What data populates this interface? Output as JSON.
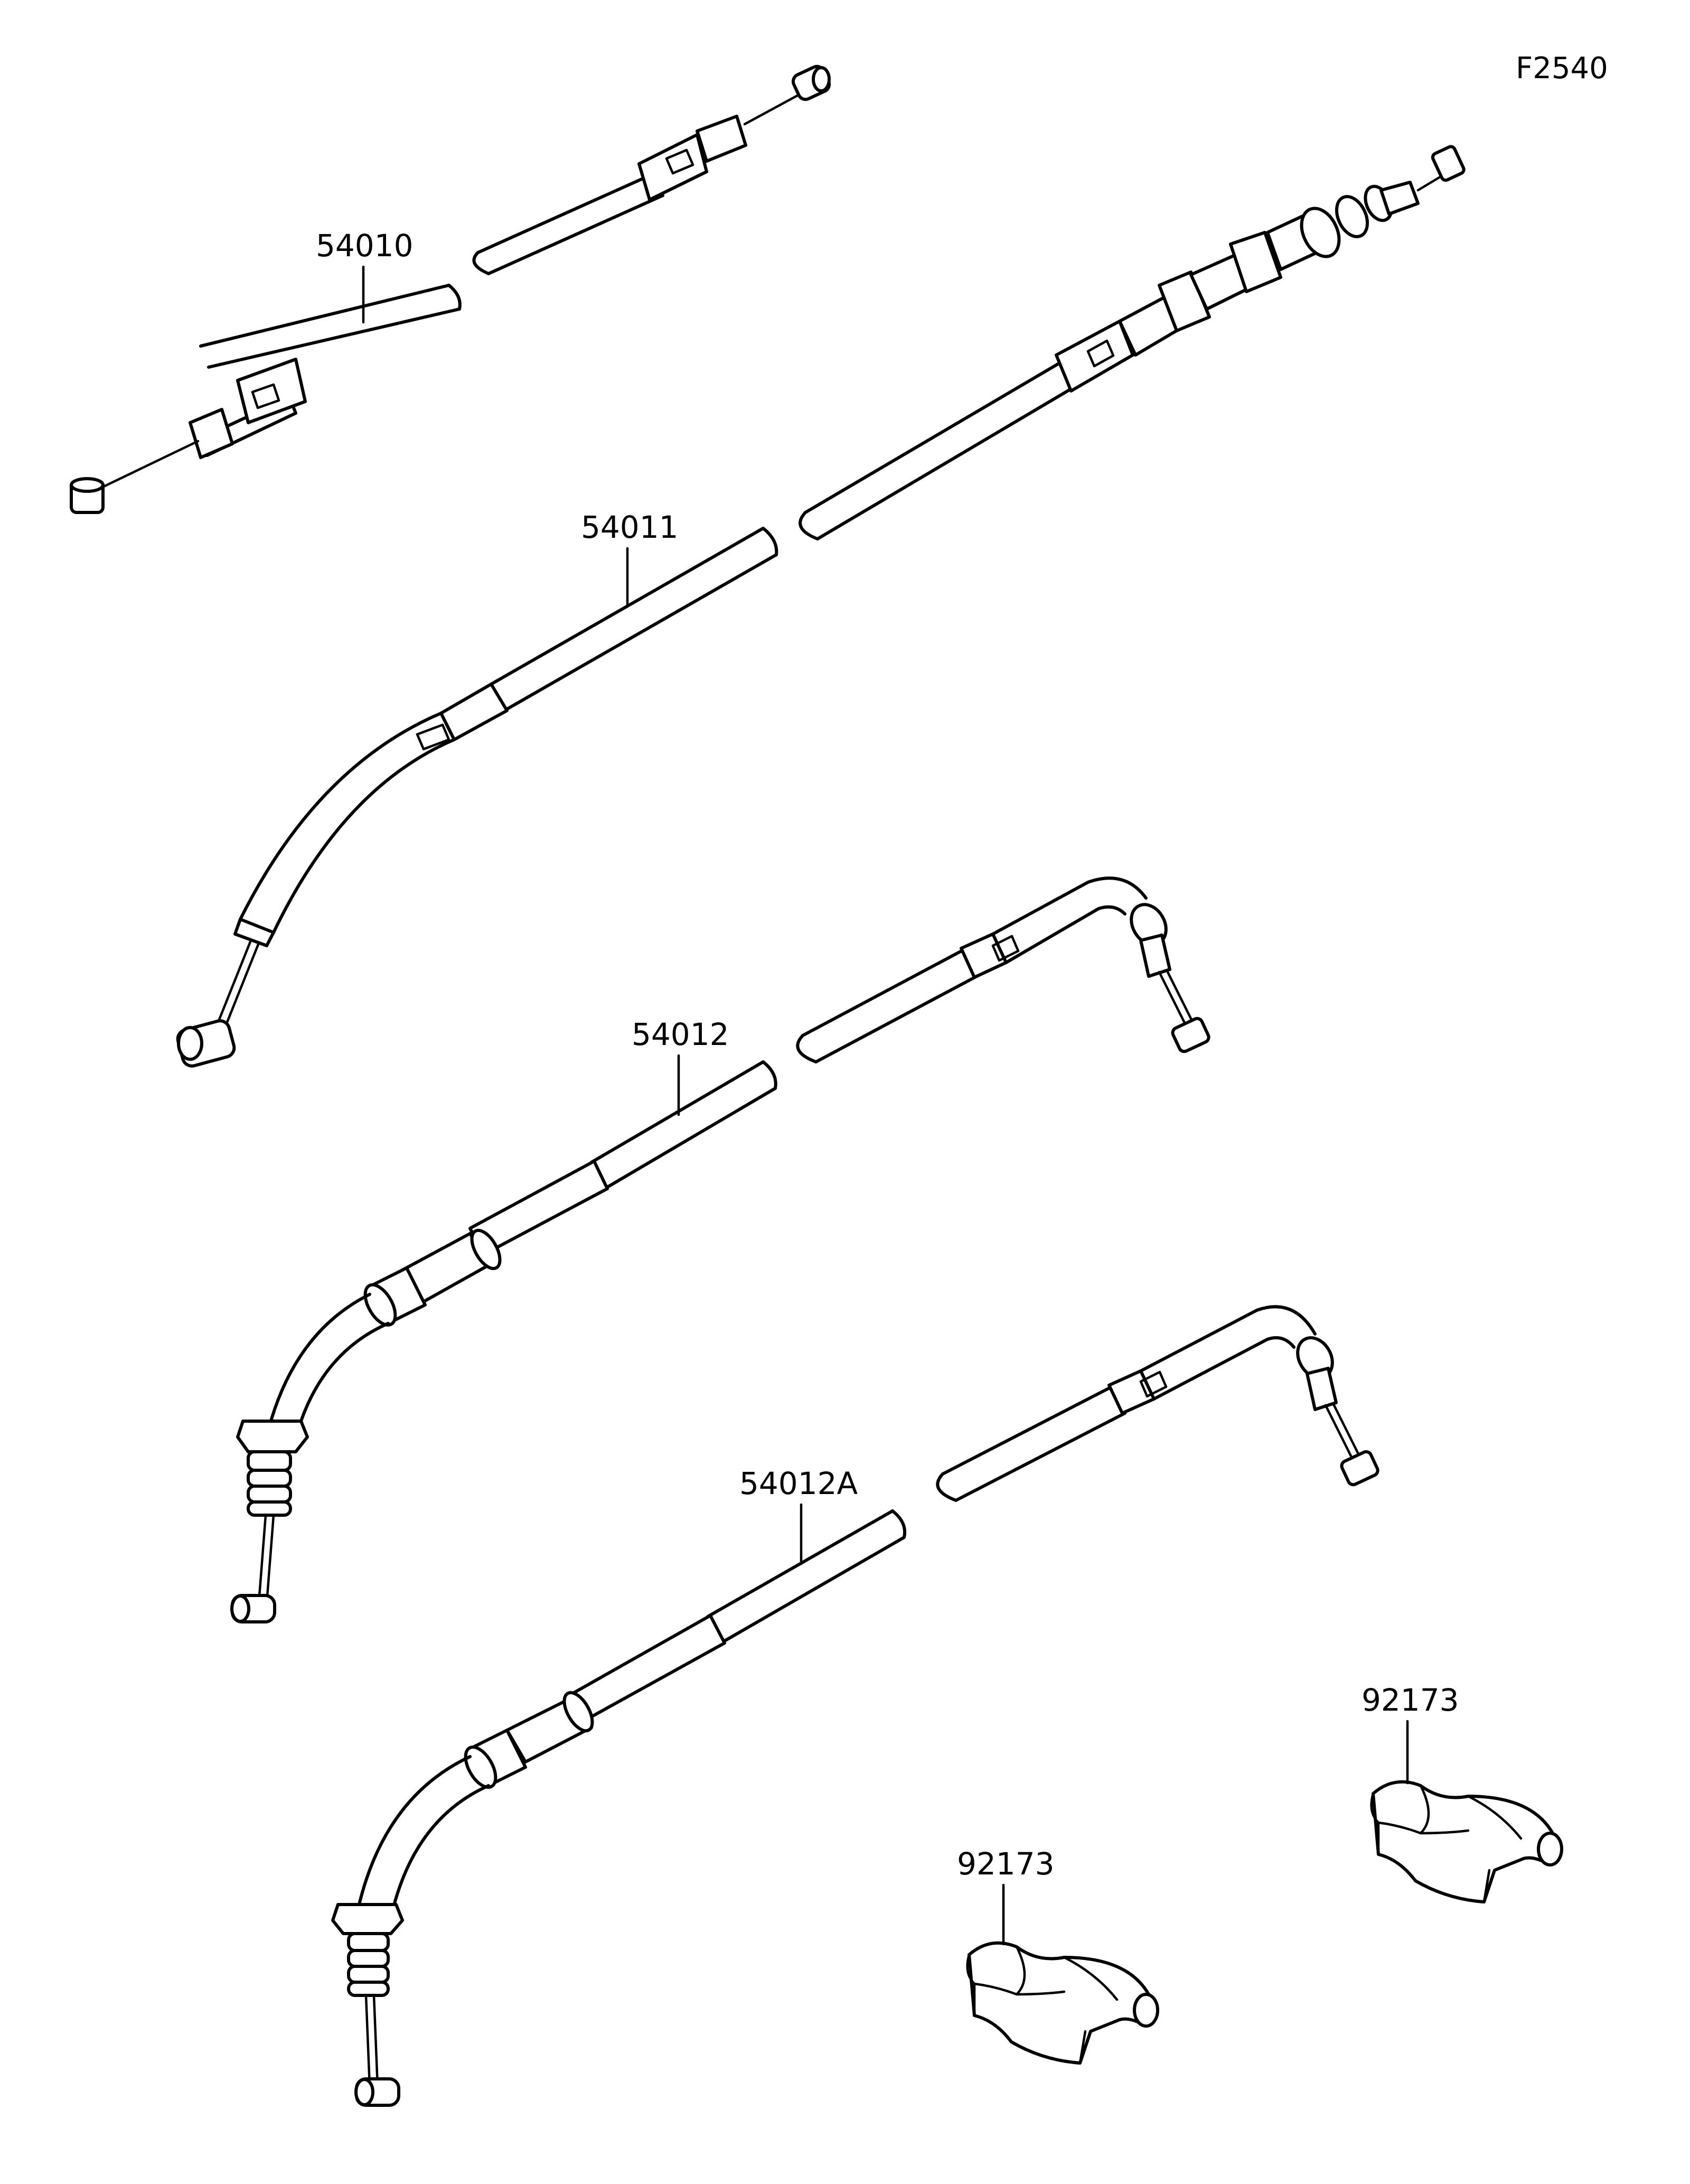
{
  "figure_code": "F2540",
  "callouts": [
    {
      "part_number": "54010"
    },
    {
      "part_number": "54011"
    },
    {
      "part_number": "54012"
    },
    {
      "part_number": "54012A"
    },
    {
      "part_number": "92173"
    },
    {
      "part_number": "92173"
    }
  ]
}
